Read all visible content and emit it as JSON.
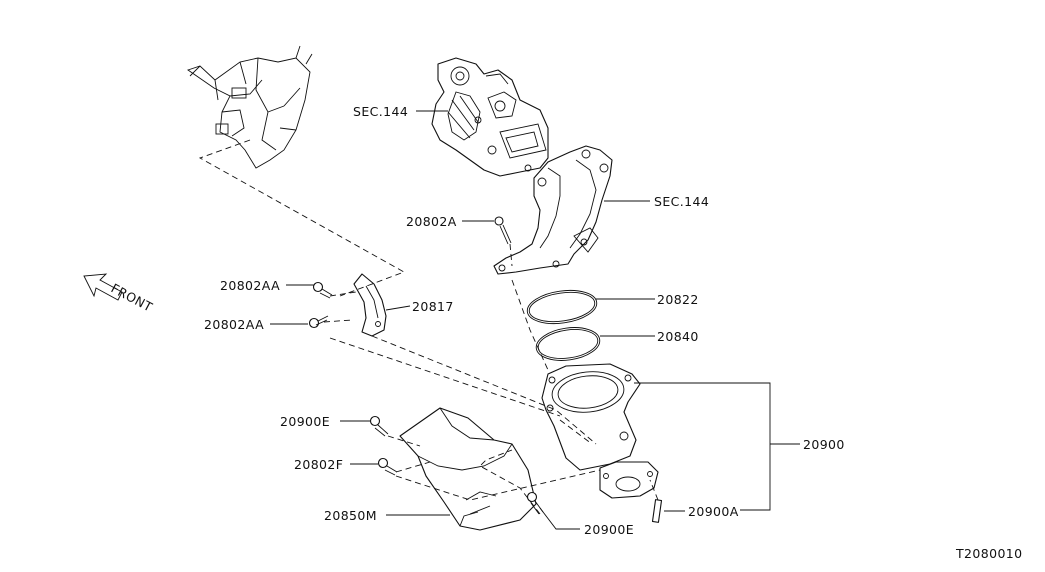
{
  "labels": {
    "sec144_top": "SEC.144",
    "sec144_mid": "SEC.144",
    "p20802A": "20802A",
    "p20802AA_1": "20802AA",
    "p20802AA_2": "20802AA",
    "p20817": "20817",
    "p20822": "20822",
    "p20840": "20840",
    "p20900": "20900",
    "p20900E_1": "20900E",
    "p20802F": "20802F",
    "p20850M": "20850M",
    "p20900E_2": "20900E",
    "p20900A": "20900A",
    "front": "FRONT",
    "diagram_code": "T2080010"
  }
}
